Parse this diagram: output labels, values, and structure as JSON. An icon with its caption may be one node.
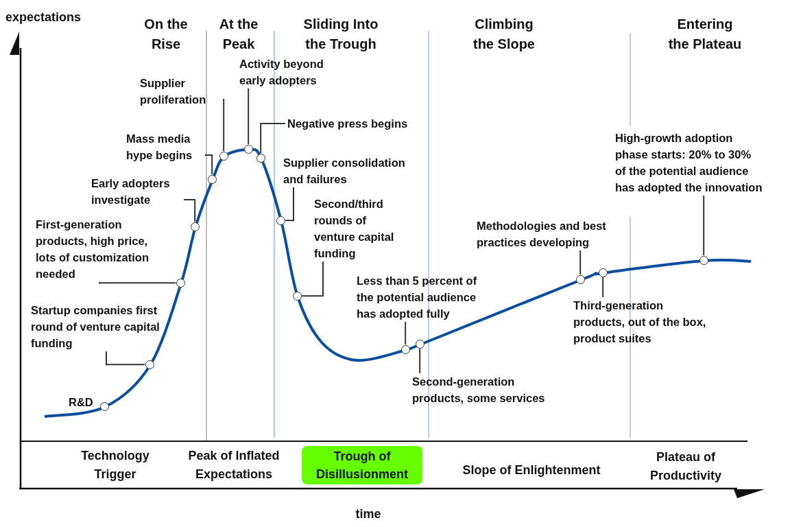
{
  "diagram": {
    "nodes": [
      {
        "text": [
          "R&D"
        ]
      },
      {
        "text": [],
        "shape": "circle"
      },
      {
        "text": [
          "Startup companies first round of venture capital funding"
        ]
      },
      {
        "text": [],
        "shape": "circle"
      },
      {
        "text": [
          "First-generation products, high price, lots of customization needed"
        ]
      },
      {
        "text": [],
        "shape": "circle"
      },
      {
        "text": [
          "Early adopters investigate"
        ]
      },
      {
        "text": [],
        "shape": "circle"
      },
      {
        "text": [
          "Mass media hype begins"
        ]
      },
      {
        "text": [],
        "shape": "circle"
      },
      {
        "text": [
          "Supplier proliferation"
        ]
      },
      {
        "text": [],
        "shape": "circle"
      },
      {
        "text": [
          "Activity beyond early adopters"
        ]
      },
      {
        "text": [],
        "shape": "circle"
      },
      {
        "text": [
          "Negative press begins"
        ]
      },
      {
        "text": [],
        "shape": "circle"
      },
      {
        "text": [
          "Supplier consolidation and failures"
        ]
      },
      {
        "text": [],
        "shape": "circle"
      },
      {
        "text": [
          "Second/third rounds of venture capital funding"
        ]
      },
      {
        "text": [],
        "shape": "circle"
      },
      {
        "text": [
          "Less than 5 percent of the potential audience has adopted fully"
        ]
      },
      {
        "text": [],
        "shape": "circle"
      },
      {
        "text": [
          "Second-generation products, some services"
        ]
      },
      {
        "text": [],
        "shape": "circle"
      },
      {
        "text": [
          "Methodologies and best practices developing"
        ]
      },
      {
        "text": [],
        "shape": "circle"
      },
      {
        "text": [
          "Third-generation products, out of the box, product suites"
        ]
      },
      {
        "text": [],
        "shape": "circle"
      },
      {
        "text": [
          "High-growth adoption phase starts: 20% to 30% of the potential audience has adopted the innovation"
        ]
      },
      {
        "text": [],
        "shape": "circle"
      },
      {
        "text": [
          "Trough of Disillusionment"
        ]
      }
    ],
    "edges": [
      {
        "from": 2,
        "to": 3,
        "arrow": "none"
      },
      {
        "from": 4,
        "to": 5,
        "arrow": "none"
      },
      {
        "from": 6,
        "to": 7,
        "arrow": "none"
      },
      {
        "from": 8,
        "to": 9,
        "arrow": "none"
      },
      {
        "from": 10,
        "to": 11,
        "arrow": "none"
      },
      {
        "from": 12,
        "to": 13,
        "arrow": "none"
      },
      {
        "from": 14,
        "to": 15,
        "arrow": "none"
      },
      {
        "from": 16,
        "to": 17,
        "arrow": "none"
      },
      {
        "from": 18,
        "to": 19,
        "arrow": "none"
      },
      {
        "from": 20,
        "to": 21,
        "arrow": "none"
      },
      {
        "from": 22,
        "to": 23,
        "arrow": "none"
      },
      {
        "from": 24,
        "to": 25,
        "arrow": "none"
      },
      {
        "from": 26,
        "to": 27,
        "arrow": "none"
      },
      {
        "from": 28,
        "to": 29,
        "arrow": "none"
      }
    ],
    "labels": [
      "expectations",
      "On the Rise",
      "At the Peak",
      "Sliding Into the Trough",
      "Climbing the Slope",
      "Entering the Plateau",
      "Technology Trigger",
      "Peak of Inflated Expectations",
      "Slope of Enlightenment",
      "Plateau of Productivity",
      "time"
    ]
  }
}
